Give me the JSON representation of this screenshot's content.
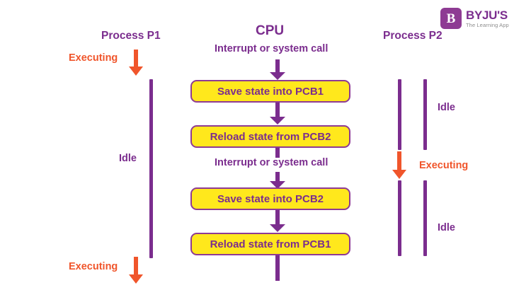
{
  "brand": {
    "mark_letter": "B",
    "name": "BYJU'S",
    "tagline": "The Learning App"
  },
  "diagram": {
    "type": "context-switch-sequence",
    "columns": {
      "left": {
        "title": "Process P1",
        "top_state": "Executing",
        "middle_state": "Idle",
        "bottom_state": "Executing"
      },
      "center": {
        "title": "CPU",
        "first_event": "Interrupt or system call",
        "second_event": "Interrupt or system call",
        "steps": [
          "Save state into PCB1",
          "Reload state from PCB2",
          "Save state into PCB2",
          "Reload state from PCB1"
        ]
      },
      "right": {
        "title": "Process P2",
        "top_state": "Idle",
        "middle_state": "Executing",
        "bottom_state": "Idle"
      }
    },
    "colors": {
      "purple": "#7B2D8E",
      "purple_border": "#8E3B93",
      "orange": "#F0552B",
      "box_fill": "#FFE81C",
      "background": "#FFFFFF"
    }
  }
}
